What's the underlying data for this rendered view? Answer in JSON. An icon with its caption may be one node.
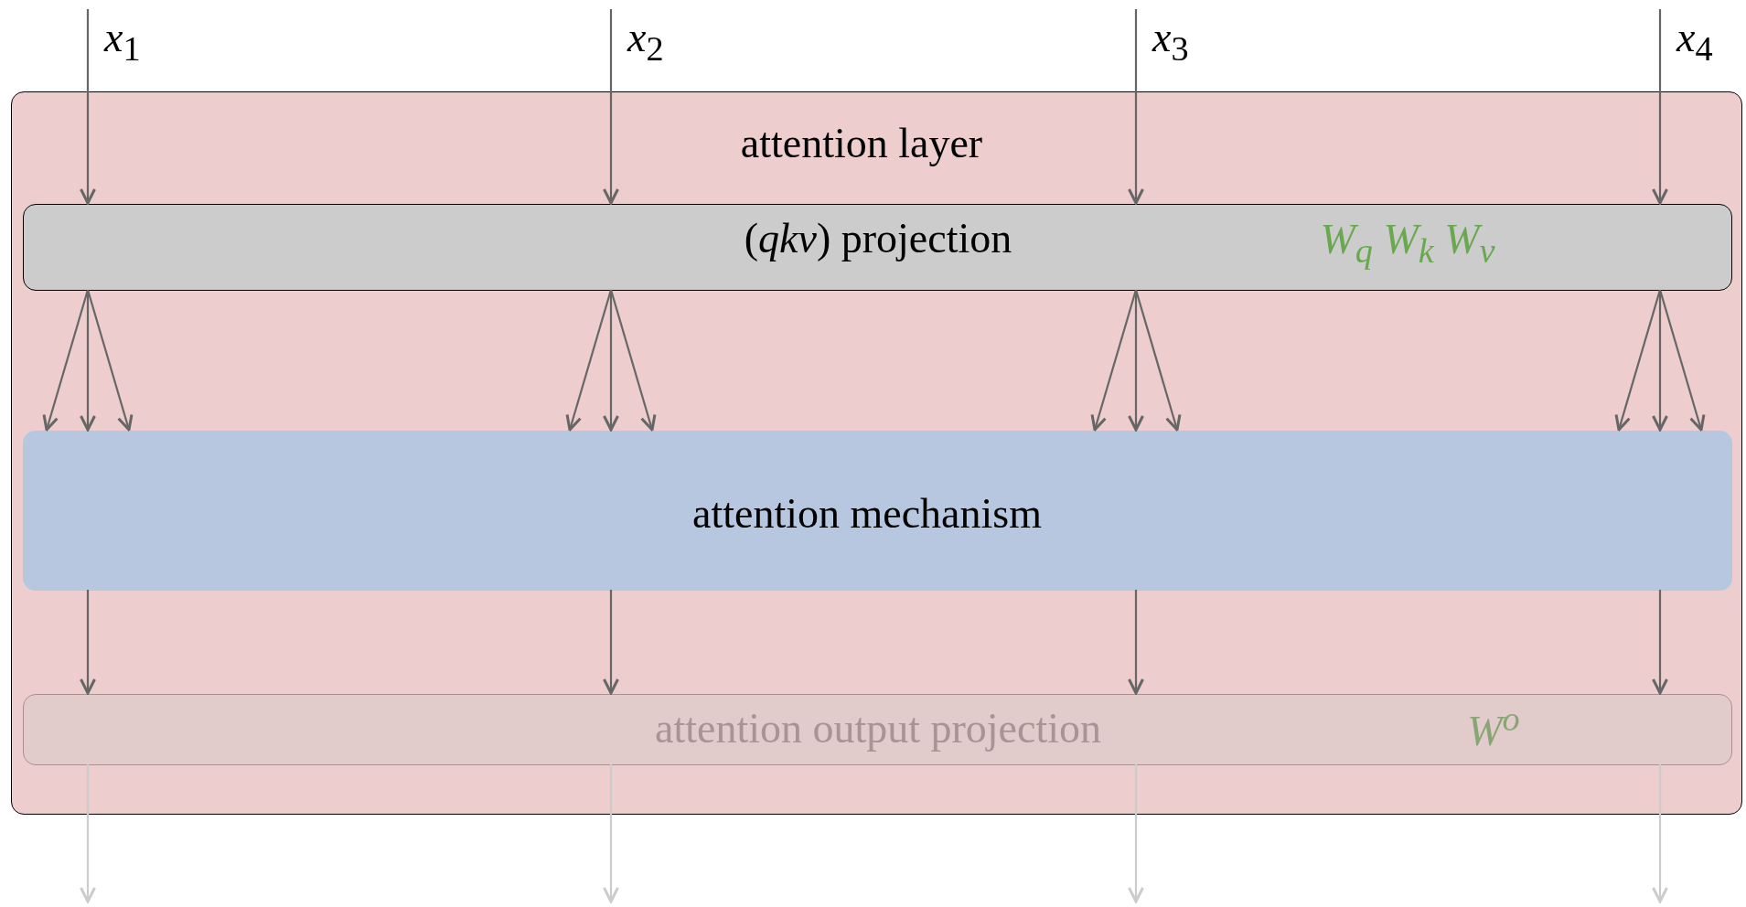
{
  "diagram": {
    "nodes": [
      {
        "text": [
          "attention layer"
        ]
      },
      {
        "text": [
          "(*qkv*) projection",
          "W$_{q}$ W$_{k}$ W$_{v}$"
        ],
        "in": 0
      },
      {
        "text": [
          "attention mechanism"
        ],
        "in": 0
      },
      {
        "text": [
          "attention output projection",
          "W$^{o}$"
        ],
        "in": 0
      }
    ],
    "edges": [
      {
        "from": null,
        "to": 1,
        "arrow": "to",
        "label": "*x*$_{1}$"
      },
      {
        "from": null,
        "to": 1,
        "arrow": "to",
        "label": "*x*$_{2}$"
      },
      {
        "from": null,
        "to": 1,
        "arrow": "to",
        "label": "*x*$_{3}$"
      },
      {
        "from": null,
        "to": 1,
        "arrow": "to",
        "label": "*x*$_{4}$"
      },
      {
        "from": 1,
        "to": 2,
        "arrow": "to"
      },
      {
        "from": 1,
        "to": 2,
        "arrow": "to"
      },
      {
        "from": 1,
        "to": 2,
        "arrow": "to"
      },
      {
        "from": 1,
        "to": 2,
        "arrow": "to"
      },
      {
        "from": 1,
        "to": 2,
        "arrow": "to"
      },
      {
        "from": 1,
        "to": 2,
        "arrow": "to"
      },
      {
        "from": 1,
        "to": 2,
        "arrow": "to"
      },
      {
        "from": 1,
        "to": 2,
        "arrow": "to"
      },
      {
        "from": 1,
        "to": 2,
        "arrow": "to"
      },
      {
        "from": 1,
        "to": 2,
        "arrow": "to"
      },
      {
        "from": 1,
        "to": 2,
        "arrow": "to"
      },
      {
        "from": 1,
        "to": 2,
        "arrow": "to"
      },
      {
        "from": 2,
        "to": 3,
        "arrow": "to"
      },
      {
        "from": 2,
        "to": 3,
        "arrow": "to"
      },
      {
        "from": 2,
        "to": 3,
        "arrow": "to"
      },
      {
        "from": 2,
        "to": 3,
        "arrow": "to"
      },
      {
        "from": 3,
        "to": null,
        "arrow": "to",
        "color": "#cccccc"
      },
      {
        "from": 3,
        "to": null,
        "arrow": "to",
        "color": "#cccccc"
      },
      {
        "from": 3,
        "to": null,
        "arrow": "to",
        "color": "#cccccc"
      },
      {
        "from": 3,
        "to": null,
        "arrow": "to",
        "color": "#cccccc"
      }
    ]
  }
}
